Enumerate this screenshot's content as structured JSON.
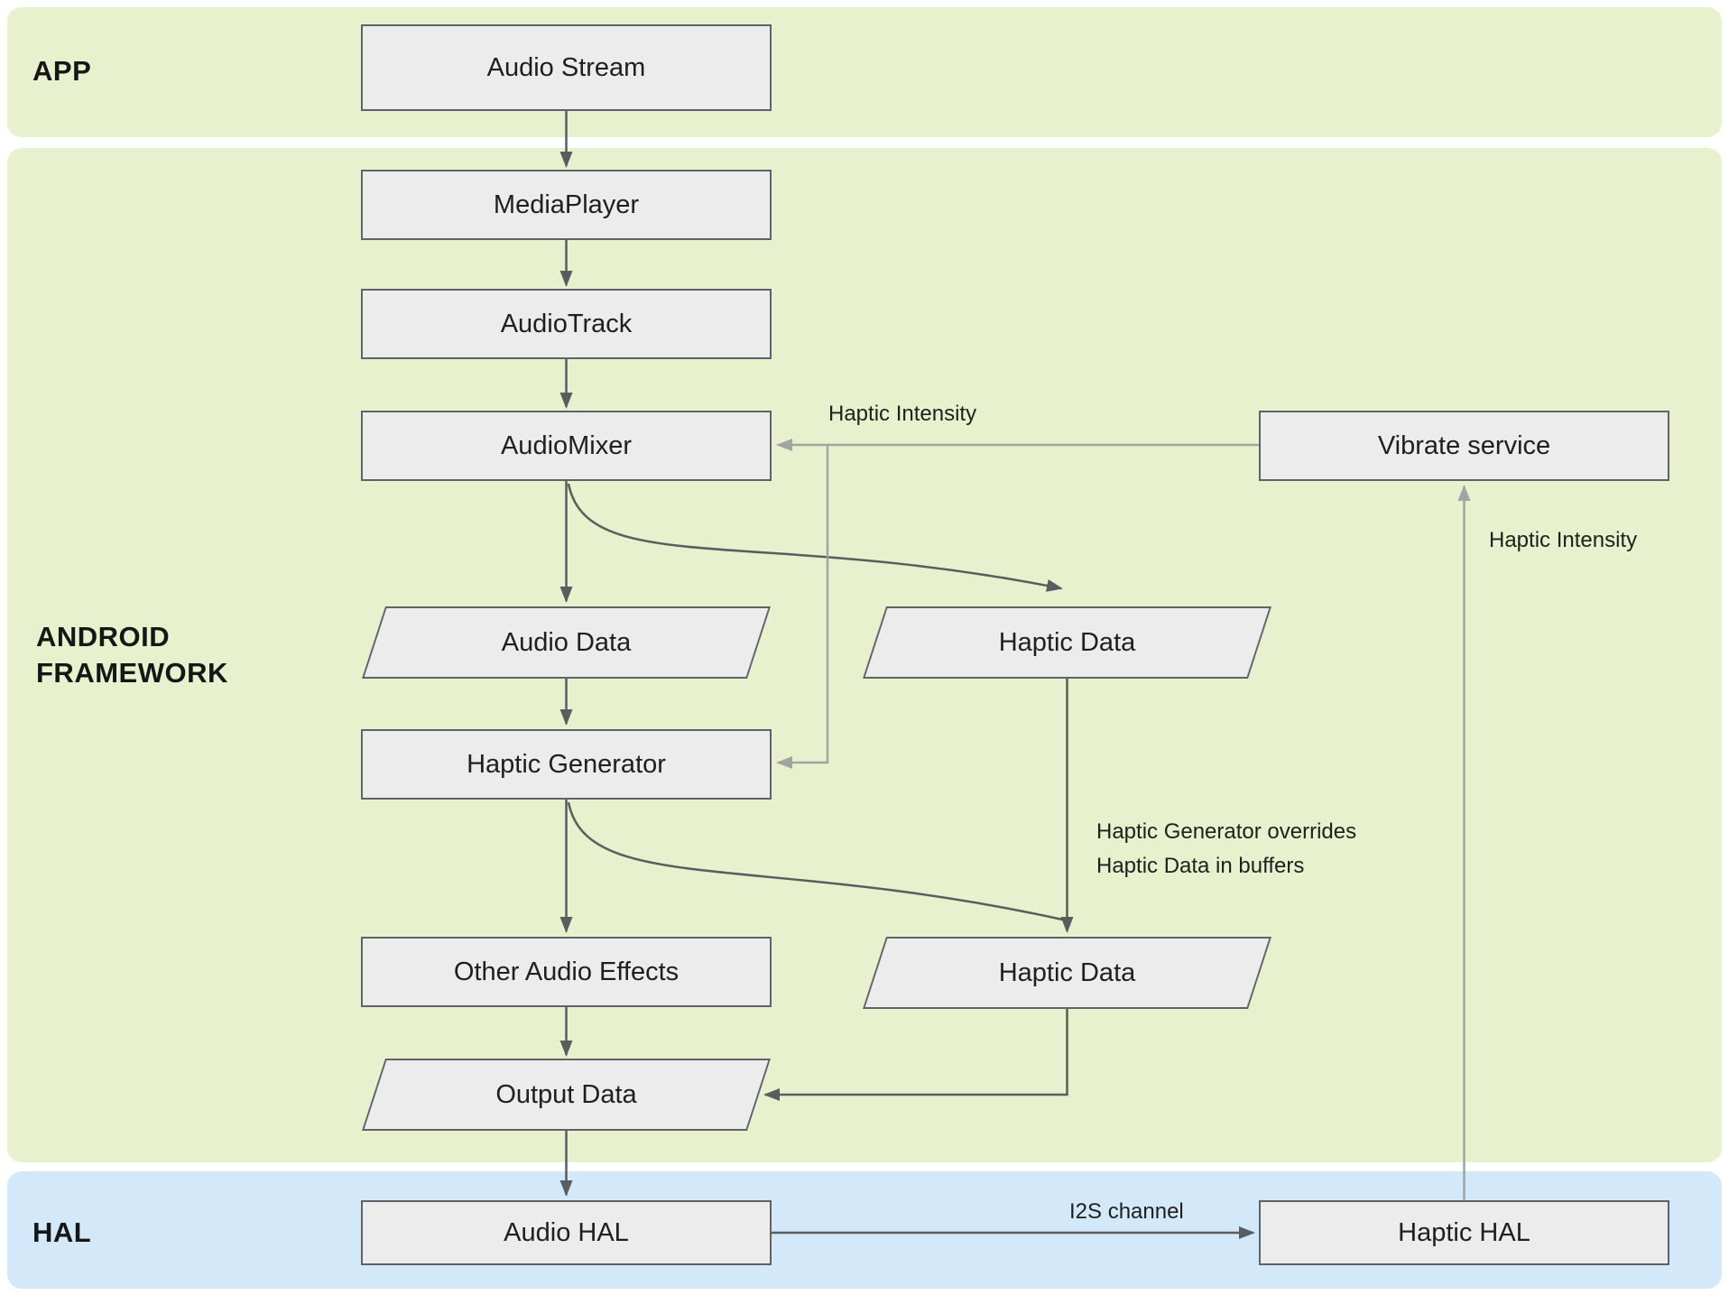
{
  "bands": {
    "app": {
      "label": "APP"
    },
    "framework": {
      "label": "ANDROID\nFRAMEWORK"
    },
    "hal": {
      "label": "HAL"
    }
  },
  "nodes": {
    "audio_stream": {
      "label": "Audio Stream",
      "shape": "rect"
    },
    "media_player": {
      "label": "MediaPlayer",
      "shape": "rect"
    },
    "audio_track": {
      "label": "AudioTrack",
      "shape": "rect"
    },
    "audio_mixer": {
      "label": "AudioMixer",
      "shape": "rect"
    },
    "vibrate_service": {
      "label": "Vibrate service",
      "shape": "rect"
    },
    "audio_data": {
      "label": "Audio Data",
      "shape": "parallelogram"
    },
    "haptic_data_mixed": {
      "label": "Haptic Data",
      "shape": "parallelogram"
    },
    "haptic_generator": {
      "label": "Haptic Generator",
      "shape": "rect"
    },
    "other_audio_effects": {
      "label": "Other Audio Effects",
      "shape": "rect"
    },
    "haptic_data_overridden": {
      "label": "Haptic Data",
      "shape": "parallelogram"
    },
    "output_data": {
      "label": "Output Data",
      "shape": "parallelogram"
    },
    "audio_hal": {
      "label": "Audio HAL",
      "shape": "rect"
    },
    "haptic_hal": {
      "label": "Haptic HAL",
      "shape": "rect"
    }
  },
  "edge_labels": {
    "haptic_intensity_to_mixer": "Haptic Intensity",
    "haptic_intensity_to_vibrate": "Haptic Intensity",
    "haptic_override_note": "Haptic Generator overrides\nHaptic Data in buffers",
    "i2s_channel": "I2S channel"
  },
  "colors": {
    "band_green": "#e8f1cd",
    "band_blue": "#d3e8f8",
    "node_fill": "#ececec",
    "node_border": "#5f6368",
    "arrow_dark": "#5a5c5e",
    "arrow_light": "#a3a3a3"
  }
}
